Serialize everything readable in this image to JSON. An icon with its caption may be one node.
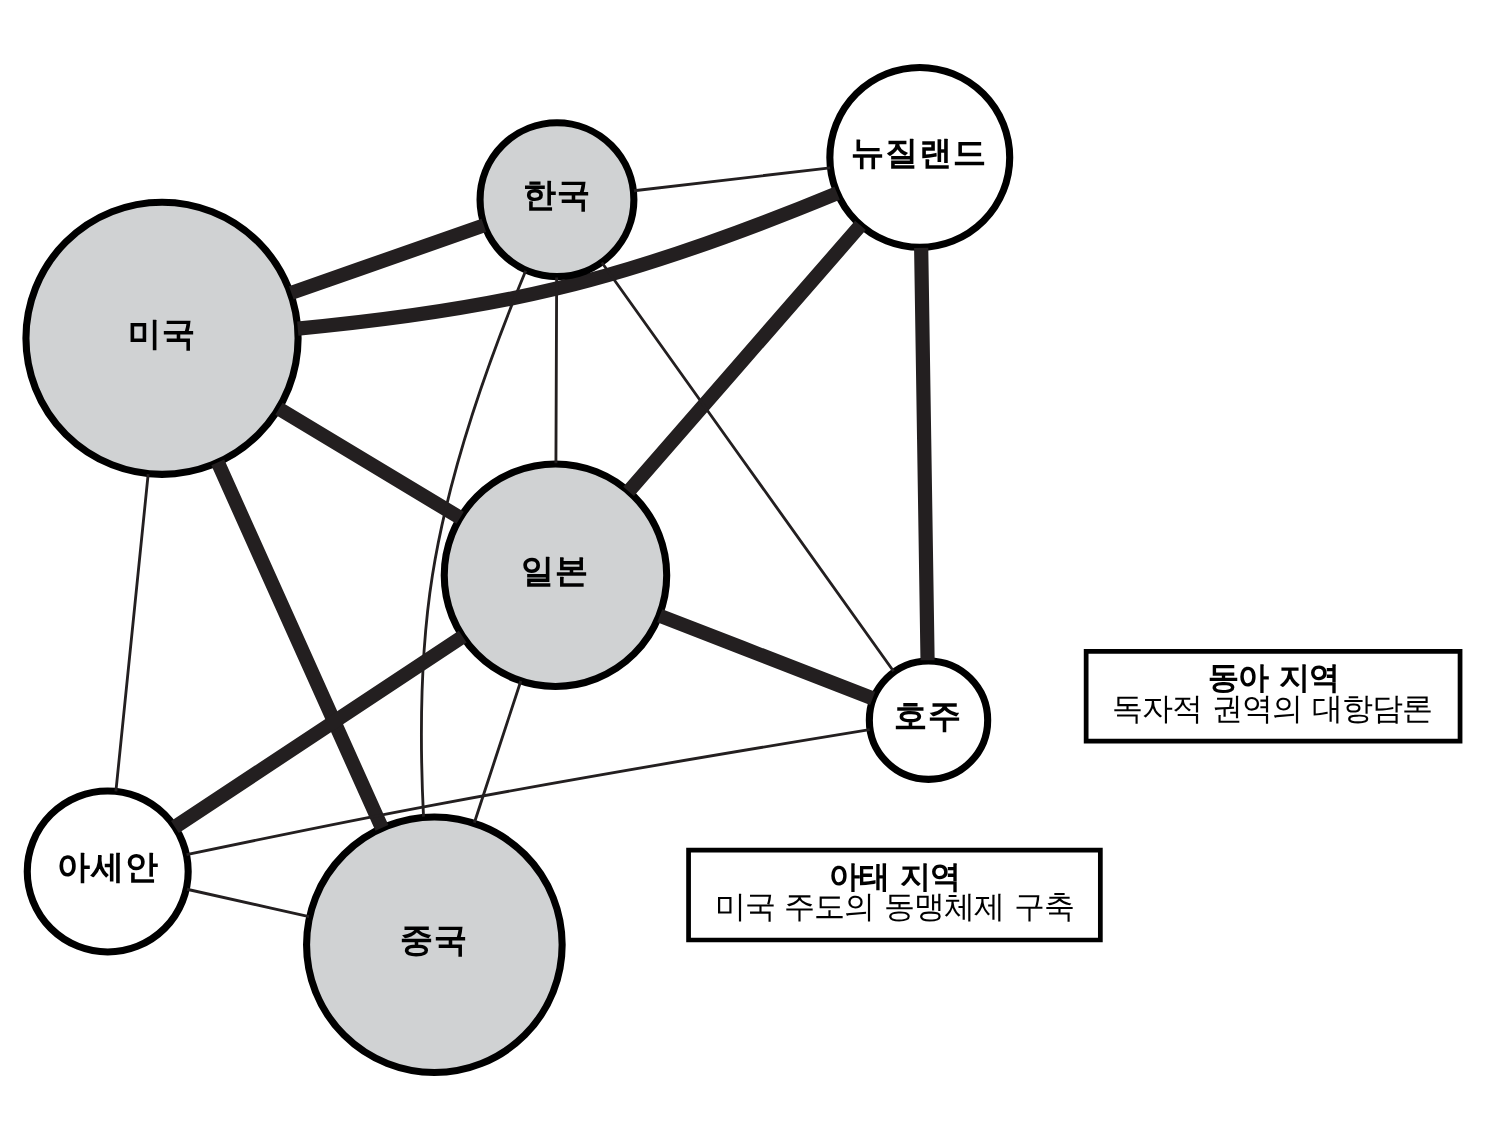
{
  "diagram": {
    "nodes": [
      {
        "text": [
          "아태 지역",
          "미국 주도의 동맹체제 구축"
        ]
      },
      {
        "text": [
          "미국"
        ]
      },
      {
        "text": [
          "뉴질랜드"
        ]
      },
      {
        "text": [
          "호주"
        ]
      },
      {
        "text": [
          "한국"
        ]
      },
      {
        "text": [
          "중국"
        ]
      },
      {
        "text": [
          "일본"
        ]
      },
      {
        "text": [
          "아세안"
        ]
      },
      {
        "text": [
          "동아 지역",
          "독자적 권역의 대항담론"
        ]
      }
    ],
    "edges": [
      {
        "from": 1,
        "to": 2,
        "arrow": "none",
        "style": "thick"
      },
      {
        "from": 1,
        "to": 5,
        "arrow": "none",
        "style": "thick"
      },
      {
        "from": 1,
        "to": 4,
        "arrow": "none",
        "style": "thick"
      },
      {
        "from": 1,
        "to": 6,
        "arrow": "none",
        "style": "thick"
      },
      {
        "from": 1,
        "to": 7,
        "arrow": "none"
      },
      {
        "from": 2,
        "to": 4,
        "arrow": "none"
      },
      {
        "from": 2,
        "to": 3,
        "arrow": "none",
        "style": "thick"
      },
      {
        "from": 2,
        "to": 6,
        "arrow": "none",
        "style": "thick"
      },
      {
        "from": 3,
        "to": 6,
        "arrow": "none",
        "style": "thick"
      },
      {
        "from": 3,
        "to": 4,
        "arrow": "none"
      },
      {
        "from": 3,
        "to": 7,
        "arrow": "none"
      },
      {
        "from": 4,
        "to": 5,
        "arrow": "none"
      },
      {
        "from": 4,
        "to": 6,
        "arrow": "none"
      },
      {
        "from": 5,
        "to": 6,
        "arrow": "none"
      },
      {
        "from": 5,
        "to": 7,
        "arrow": "none"
      },
      {
        "from": 6,
        "to": 7,
        "arrow": "none",
        "style": "thick"
      }
    ]
  }
}
